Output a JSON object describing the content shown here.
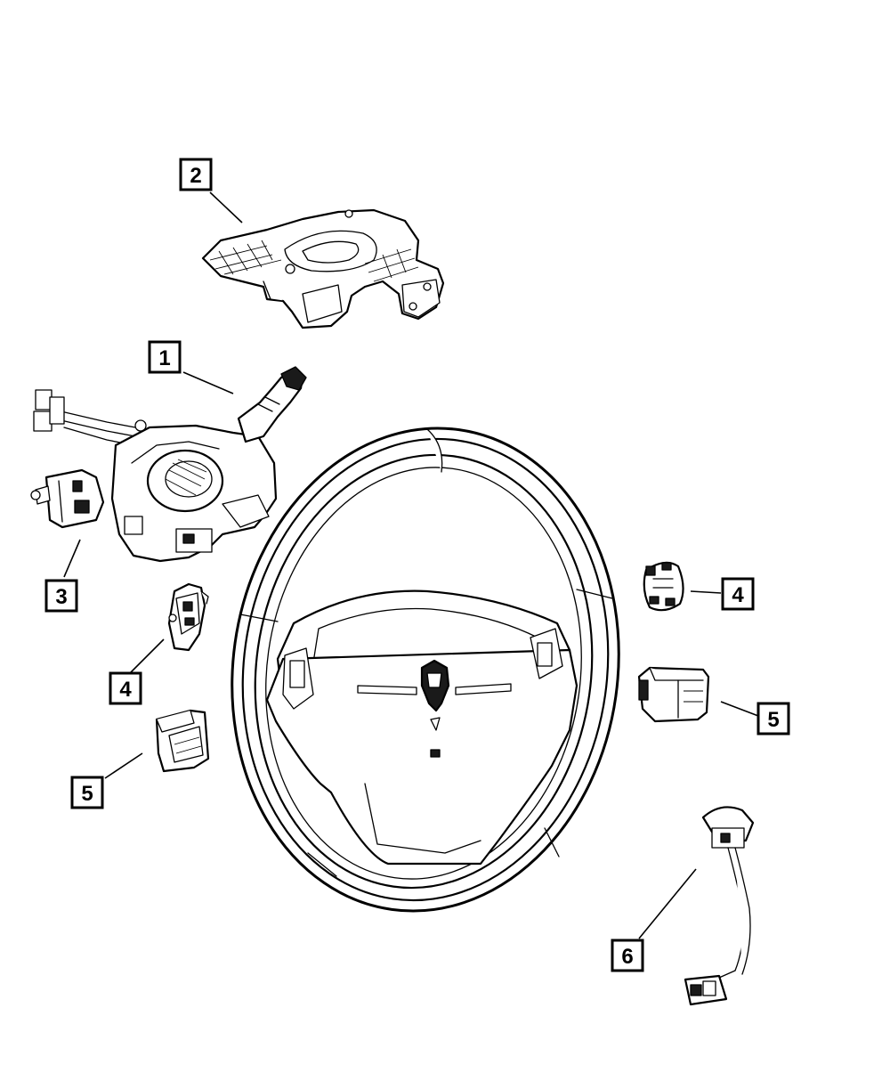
{
  "callouts": {
    "c1": "1",
    "c2": "2",
    "c3": "3",
    "c4_left": "4",
    "c4_right": "4",
    "c5_left": "5",
    "c5_right": "5",
    "c6": "6"
  },
  "icons": {
    "steering_wheel": "steering-wheel-icon",
    "clockspring": "clockspring-icon",
    "multifunction_switch": "multifunction-switch-icon",
    "ignition_switch": "ignition-switch-icon",
    "speed_control_switch": "speed-control-switch-icon",
    "radio_control_switch": "radio-control-switch-icon",
    "wiring_harness": "wiring-harness-icon",
    "ram_logo": "ram-head-logo"
  },
  "colors": {
    "line": "#000000",
    "background": "#ffffff"
  }
}
